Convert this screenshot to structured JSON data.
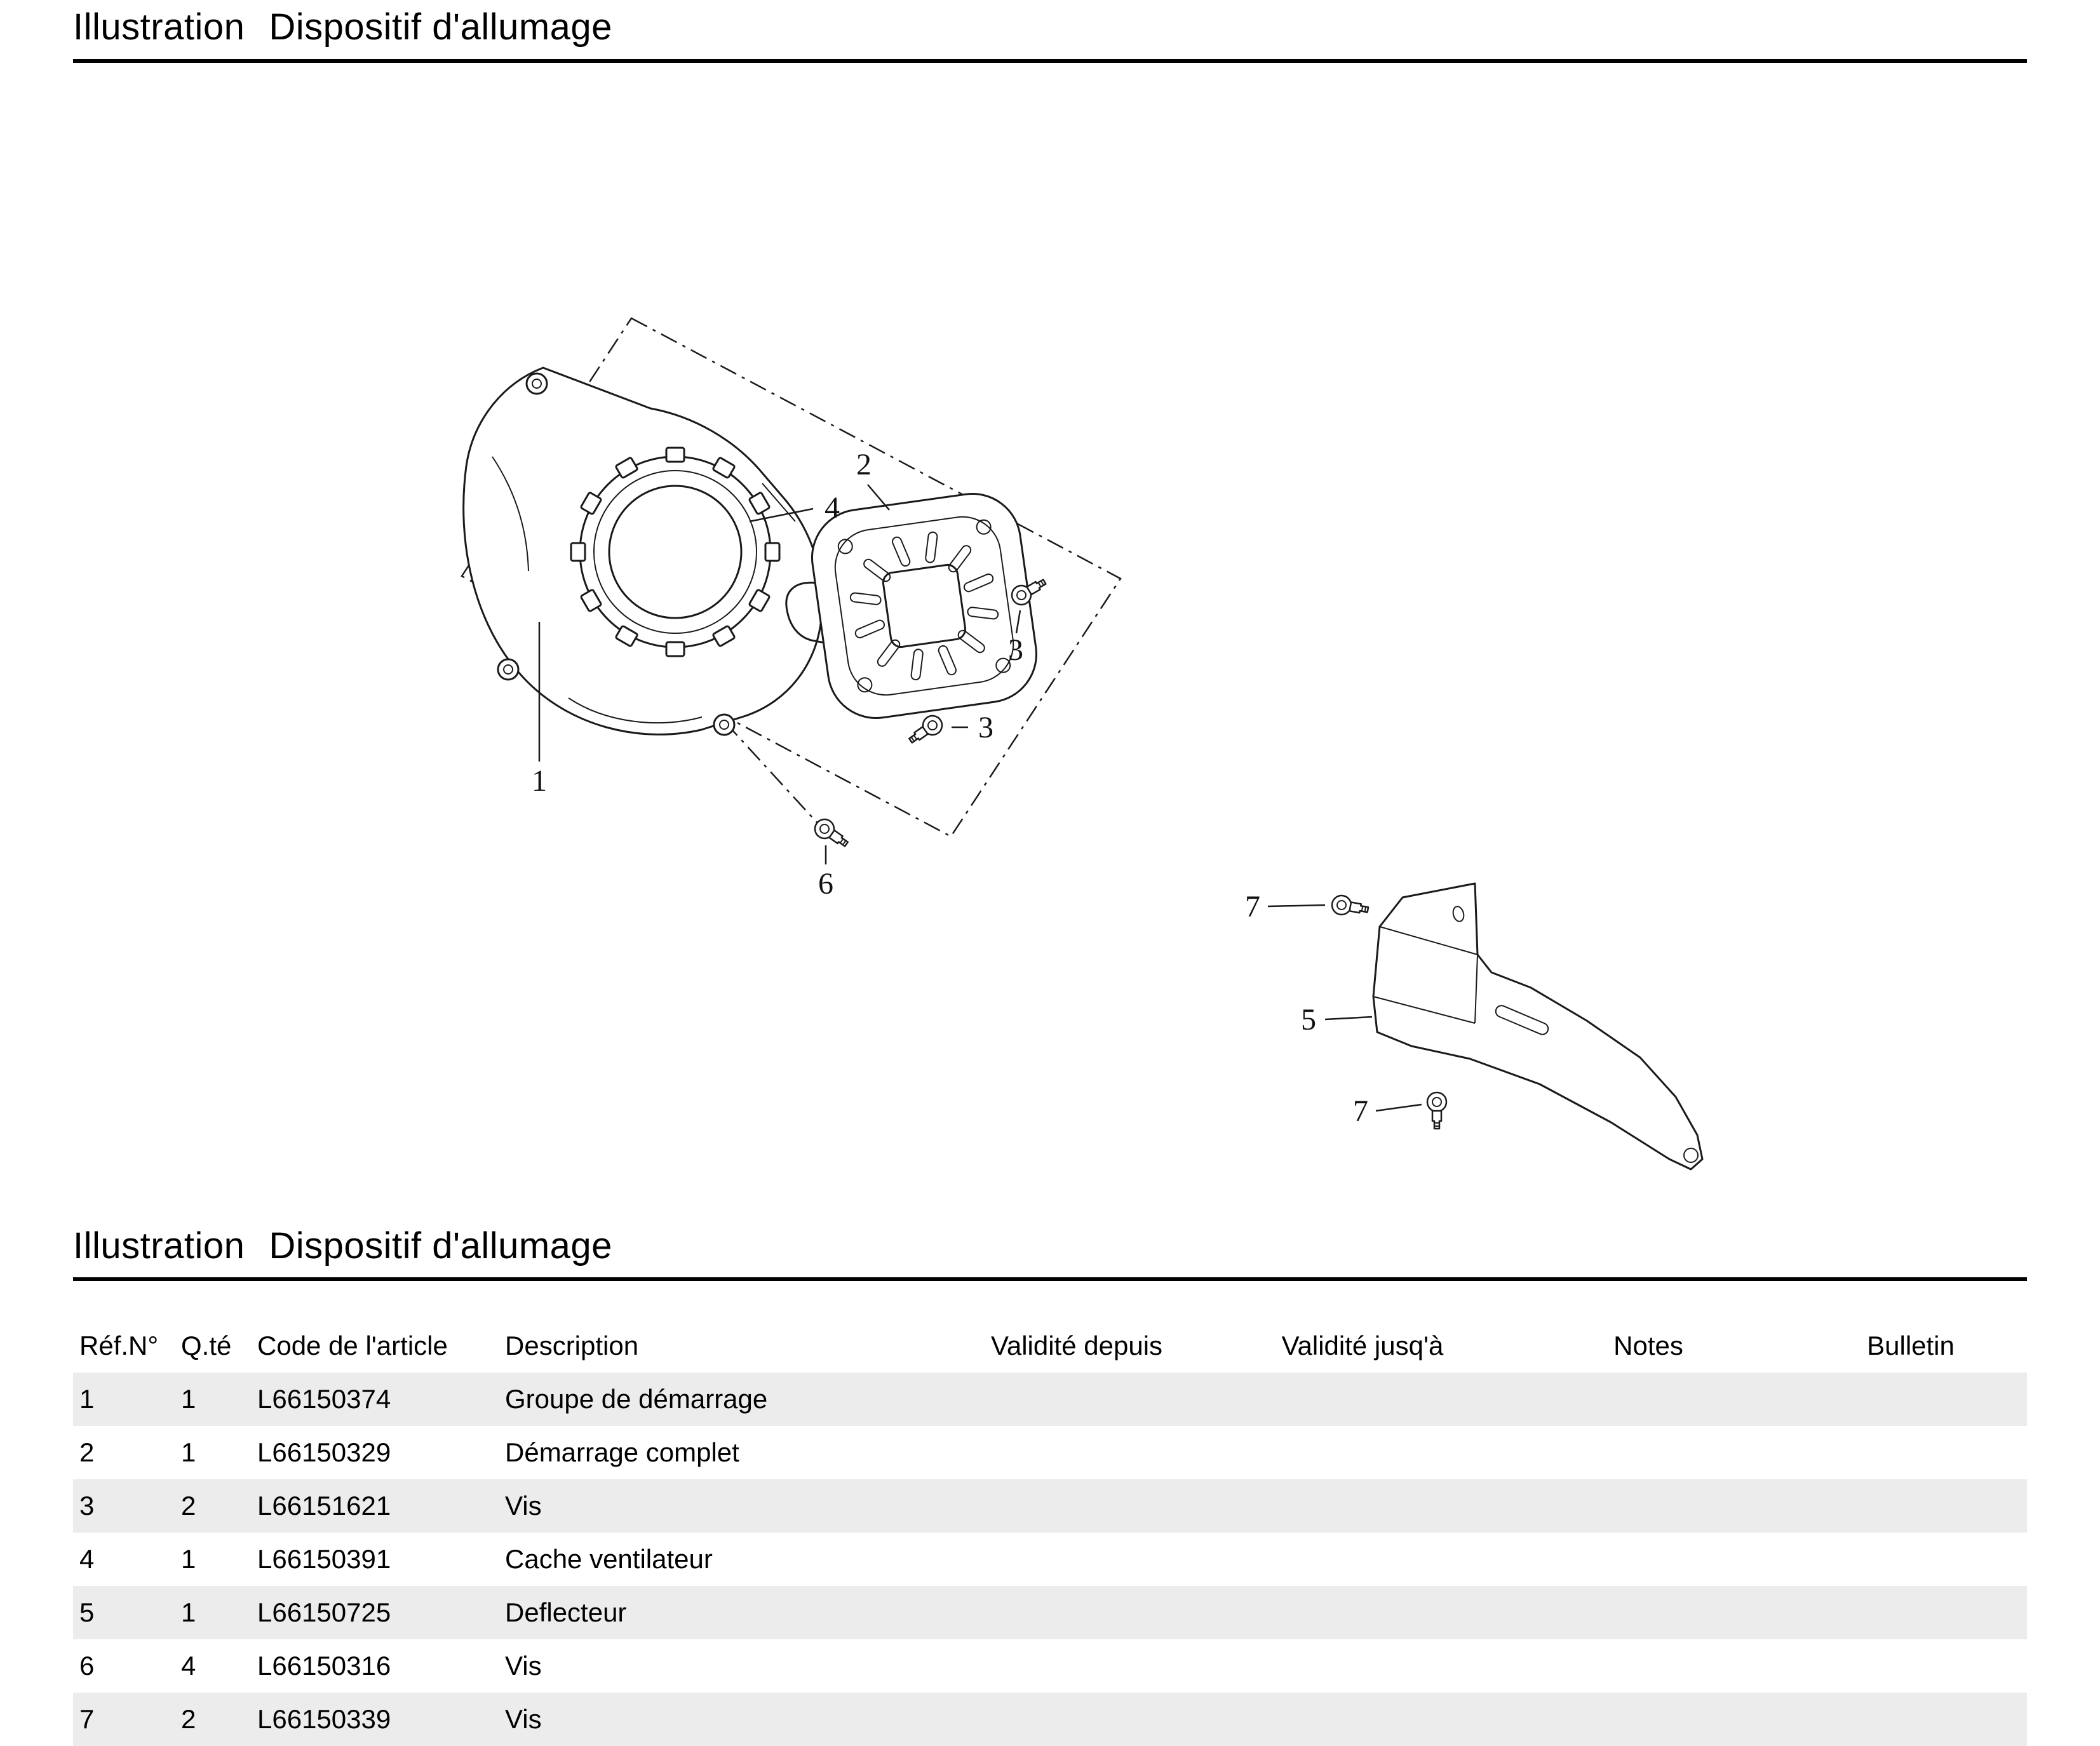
{
  "header": {
    "label": "Illustration",
    "title": "Dispositif d'allumage"
  },
  "section_header": {
    "label": "Illustration",
    "title": "Dispositif d'allumage"
  },
  "diagram": {
    "callouts": {
      "c1": "1",
      "c2": "2",
      "c3a": "3",
      "c3b": "3",
      "c4": "4",
      "c5": "5",
      "c6": "6",
      "c7a": "7",
      "c7b": "7"
    }
  },
  "table": {
    "columns": [
      "Réf.N°",
      "Q.té",
      "Code de l'article",
      "Description",
      "Validité depuis",
      "Validité jusq'à",
      "Notes",
      "Bulletin"
    ],
    "rows": [
      {
        "ref": "1",
        "qty": "1",
        "code": "L66150374",
        "description": "Groupe de démarrage",
        "validite_depuis": "",
        "validite_jusqua": "",
        "notes": "",
        "bulletin": ""
      },
      {
        "ref": "2",
        "qty": "1",
        "code": "L66150329",
        "description": "Démarrage complet",
        "validite_depuis": "",
        "validite_jusqua": "",
        "notes": "",
        "bulletin": ""
      },
      {
        "ref": "3",
        "qty": "2",
        "code": "L66151621",
        "description": "Vis",
        "validite_depuis": "",
        "validite_jusqua": "",
        "notes": "",
        "bulletin": ""
      },
      {
        "ref": "4",
        "qty": "1",
        "code": "L66150391",
        "description": "Cache ventilateur",
        "validite_depuis": "",
        "validite_jusqua": "",
        "notes": "",
        "bulletin": ""
      },
      {
        "ref": "5",
        "qty": "1",
        "code": "L66150725",
        "description": "Deflecteur",
        "validite_depuis": "",
        "validite_jusqua": "",
        "notes": "",
        "bulletin": ""
      },
      {
        "ref": "6",
        "qty": "4",
        "code": "L66150316",
        "description": "Vis",
        "validite_depuis": "",
        "validite_jusqua": "",
        "notes": "",
        "bulletin": ""
      },
      {
        "ref": "7",
        "qty": "2",
        "code": "L66150339",
        "description": "Vis",
        "validite_depuis": "",
        "validite_jusqua": "",
        "notes": "",
        "bulletin": ""
      }
    ]
  },
  "colors": {
    "stripe": "#ececec",
    "rule": "#000000",
    "line": "#1a1a1a",
    "text": "#000000"
  }
}
